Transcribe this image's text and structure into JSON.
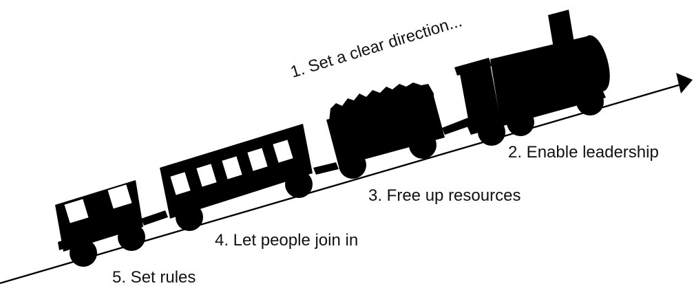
{
  "labels": {
    "step1": "1. Set a clear direction...",
    "step2": "2. Enable leadership",
    "step3": "3. Free up resources",
    "step4": "4. Let people join in",
    "step5": "5. Set rules"
  },
  "colors": {
    "ink": "#000000",
    "paper": "#ffffff"
  }
}
